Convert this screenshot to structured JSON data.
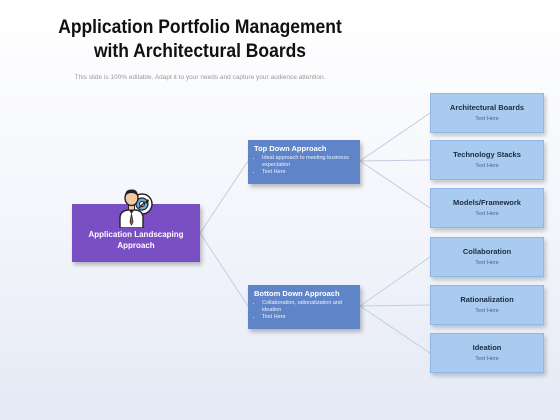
{
  "header": {
    "title_line1": "Application Portfolio Management",
    "title_line2": "with Architectural Boards",
    "subtitle": "This slide is 100% editable. Adapt it to your needs and capture your audience attention."
  },
  "main_box": {
    "label_line1": "Application Landscaping",
    "label_line2": "Approach"
  },
  "approaches": [
    {
      "title": "Top Down Approach",
      "bullets": [
        "Ideal approach to meeting business expectation",
        "Text Here"
      ]
    },
    {
      "title": "Bottom Down Approach",
      "bullets": [
        "Collaboration, rationalization and ideation",
        "Text Here"
      ]
    }
  ],
  "boards": [
    {
      "label": "Architectural Boards",
      "sub": "Text Here"
    },
    {
      "label": "Technology Stacks",
      "sub": "Text Here"
    },
    {
      "label": "Models/Framework",
      "sub": "Text Here"
    },
    {
      "label": "Collaboration",
      "sub": "Text Here"
    },
    {
      "label": "Rationalization",
      "sub": "Text Here"
    },
    {
      "label": "Ideation",
      "sub": "Text Here"
    }
  ],
  "colors": {
    "main_box": "#7b4fc4",
    "approach_box": "#5f85c8",
    "board_box": "#a9cbef",
    "connector": "#c4cde0"
  },
  "icons": {
    "presenter": "person-with-target-icon"
  }
}
